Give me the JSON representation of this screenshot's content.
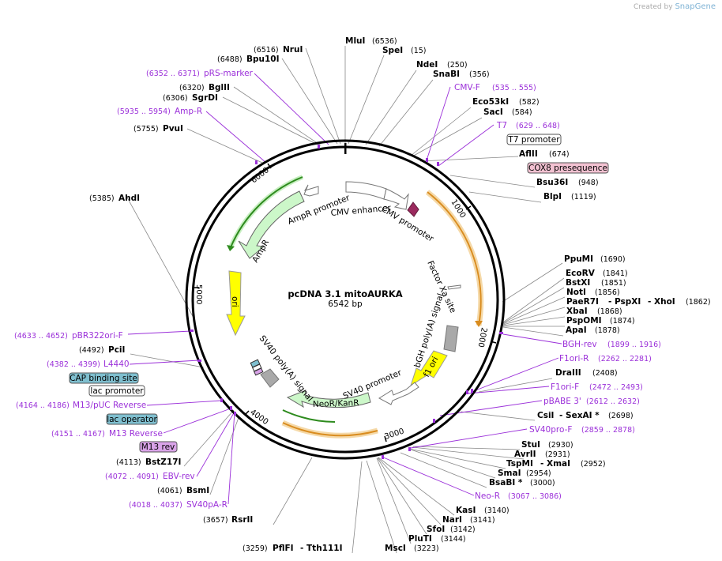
{
  "credit": {
    "prefix": "Created by",
    "brand": "SnapGene"
  },
  "plasmid": {
    "name": "pcDNA 3.1 mitoAURKA",
    "size_label": "6542 bp"
  },
  "ticks": [
    "1000",
    "2000",
    "3000",
    "4000",
    "5000",
    "6000"
  ],
  "sites": {
    "mlui": {
      "name": "MluI",
      "pos": "(6536)"
    },
    "spei": {
      "name": "SpeI",
      "pos": "(15)"
    },
    "ndei": {
      "name": "NdeI",
      "pos": "(250)"
    },
    "snabi": {
      "name": "SnaBI",
      "pos": "(356)"
    },
    "eco53ki": {
      "name": "Eco53kI",
      "pos": "(582)"
    },
    "saci": {
      "name": "SacI",
      "pos": "(584)"
    },
    "aflii": {
      "name": "AflII",
      "pos": "(674)"
    },
    "bsu36i": {
      "name": "Bsu36I",
      "pos": "(948)"
    },
    "blpi": {
      "name": "BlpI",
      "pos": "(1119)"
    },
    "ppumi": {
      "name": "PpuMI",
      "pos": "(1690)"
    },
    "ecorv": {
      "name": "EcoRV",
      "pos": "(1841)"
    },
    "bstxi": {
      "name": "BstXI",
      "pos": "(1851)"
    },
    "noti": {
      "name": "NotI",
      "pos": "(1856)"
    },
    "pae": {
      "name": "PaeR7I",
      "name2": "- PspXI",
      "name3": "- XhoI",
      "pos": "(1862)"
    },
    "xbai": {
      "name": "XbaI",
      "pos": "(1868)"
    },
    "pspomi": {
      "name": "PspOMI",
      "pos": "(1874)"
    },
    "apai": {
      "name": "ApaI",
      "pos": "(1878)"
    },
    "draiii": {
      "name": "DraIII",
      "pos": "(2408)"
    },
    "csii": {
      "name": "CsiI",
      "name2": "- SexAI *",
      "pos": "(2698)"
    },
    "stui": {
      "name": "StuI",
      "pos": "(2930)"
    },
    "avrii": {
      "name": "AvrII",
      "pos": "(2931)"
    },
    "tspmi": {
      "name": "TspMI",
      "name2": "- XmaI",
      "pos": "(2952)"
    },
    "smai": {
      "name": "SmaI",
      "pos": "(2954)"
    },
    "bsabi": {
      "name": "BsaBI *",
      "pos": "(3000)"
    },
    "kasi": {
      "name": "KasI",
      "pos": "(3140)"
    },
    "nari": {
      "name": "NarI",
      "pos": "(3141)"
    },
    "sfoi": {
      "name": "SfoI",
      "pos": "(3142)"
    },
    "pluti": {
      "name": "PluTI",
      "pos": "(3144)"
    },
    "msci": {
      "name": "MscI",
      "pos": "(3223)"
    },
    "pflfi": {
      "name": "PflFI",
      "name2": "- Tth111I",
      "pos": "(3259)"
    },
    "rsrii": {
      "name": "RsrII",
      "pos": "(3657)"
    },
    "bsmi": {
      "name": "BsmI",
      "pos": "(4061)"
    },
    "bstz17i": {
      "name": "BstZ17I",
      "pos": "(4113)"
    },
    "pcii": {
      "name": "PciI",
      "pos": "(4492)"
    },
    "ahdi": {
      "name": "AhdI",
      "pos": "(5385)"
    },
    "pvui": {
      "name": "PvuI",
      "pos": "(5755)"
    },
    "sgrdi": {
      "name": "SgrDI",
      "pos": "(6306)"
    },
    "bglii": {
      "name": "BglII",
      "pos": "(6320)"
    },
    "bpu10i": {
      "name": "Bpu10I",
      "pos": "(6488)"
    },
    "nrui": {
      "name": "NruI",
      "pos": "(6516)"
    }
  },
  "primers": {
    "prs": {
      "name": "pRS-marker",
      "pos": "(6352 .. 6371)"
    },
    "ampr": {
      "name": "Amp-R",
      "pos": "(5935 .. 5954)"
    },
    "cmvf": {
      "name": "CMV-F",
      "pos": "(535 .. 555)"
    },
    "t7": {
      "name": "T7",
      "pos": "(629 .. 648)"
    },
    "bghrev": {
      "name": "BGH-rev",
      "pos": "(1899 .. 1916)"
    },
    "f1orir": {
      "name": "F1ori-R",
      "pos": "(2262 .. 2281)"
    },
    "f1orif": {
      "name": "F1ori-F",
      "pos": "(2472 .. 2493)"
    },
    "pbabe": {
      "name": "pBABE 3'",
      "pos": "(2612 .. 2632)"
    },
    "sv40prof": {
      "name": "SV40pro-F",
      "pos": "(2859 .. 2878)"
    },
    "neor": {
      "name": "Neo-R",
      "pos": "(3067 .. 3086)"
    },
    "pbr322": {
      "name": "pBR322ori-F",
      "pos": "(4633 .. 4652)"
    },
    "l4440": {
      "name": "L4440",
      "pos": "(4382 .. 4399)"
    },
    "m13puc": {
      "name": "M13/pUC Reverse",
      "pos": "(4164 .. 4186)"
    },
    "m13reverse": {
      "name": "M13 Reverse",
      "pos": "(4151 .. 4167)"
    },
    "ebvrev": {
      "name": "EBV-rev",
      "pos": "(4072 .. 4091)"
    },
    "sv40par": {
      "name": "SV40pA-R",
      "pos": "(4018 .. 4037)"
    }
  },
  "boxed_features": {
    "t7promoter": "T7 promoter",
    "cox8": "COX8 presequence",
    "cap": "CAP binding site",
    "lacpromoter": "lac promoter",
    "lacoperator": "lac operator",
    "m13rev": "M13 rev"
  },
  "features": {
    "cmv_enhancer": "CMV enhancer",
    "cmv_promoter": "CMV promoter",
    "factor_xa": "Factor Xa site",
    "bgh": "bGH poly(A) signal",
    "f1ori": "f1 ori",
    "sv40promoter": "SV40 promoter",
    "neokan": "NeoR/KanR",
    "sv40polya": "SV40 poly(A) signal",
    "ori": "ori",
    "ampr": "AmpR",
    "ampr_promoter": "AmpR promoter"
  },
  "colors": {
    "primer": "#9b30d9",
    "ampr": "#ccf7c9",
    "ori": "#ffff00",
    "f1ori": "#ffff00",
    "promoter": "#ffffff",
    "bgh": "#a9a9a9",
    "cox8": "#f2c1d1",
    "operator": "#7fbfcf",
    "m13rev": "#d9a3e8",
    "orf_orange": "#d98c1f",
    "orf_green": "#2e8b1e"
  }
}
